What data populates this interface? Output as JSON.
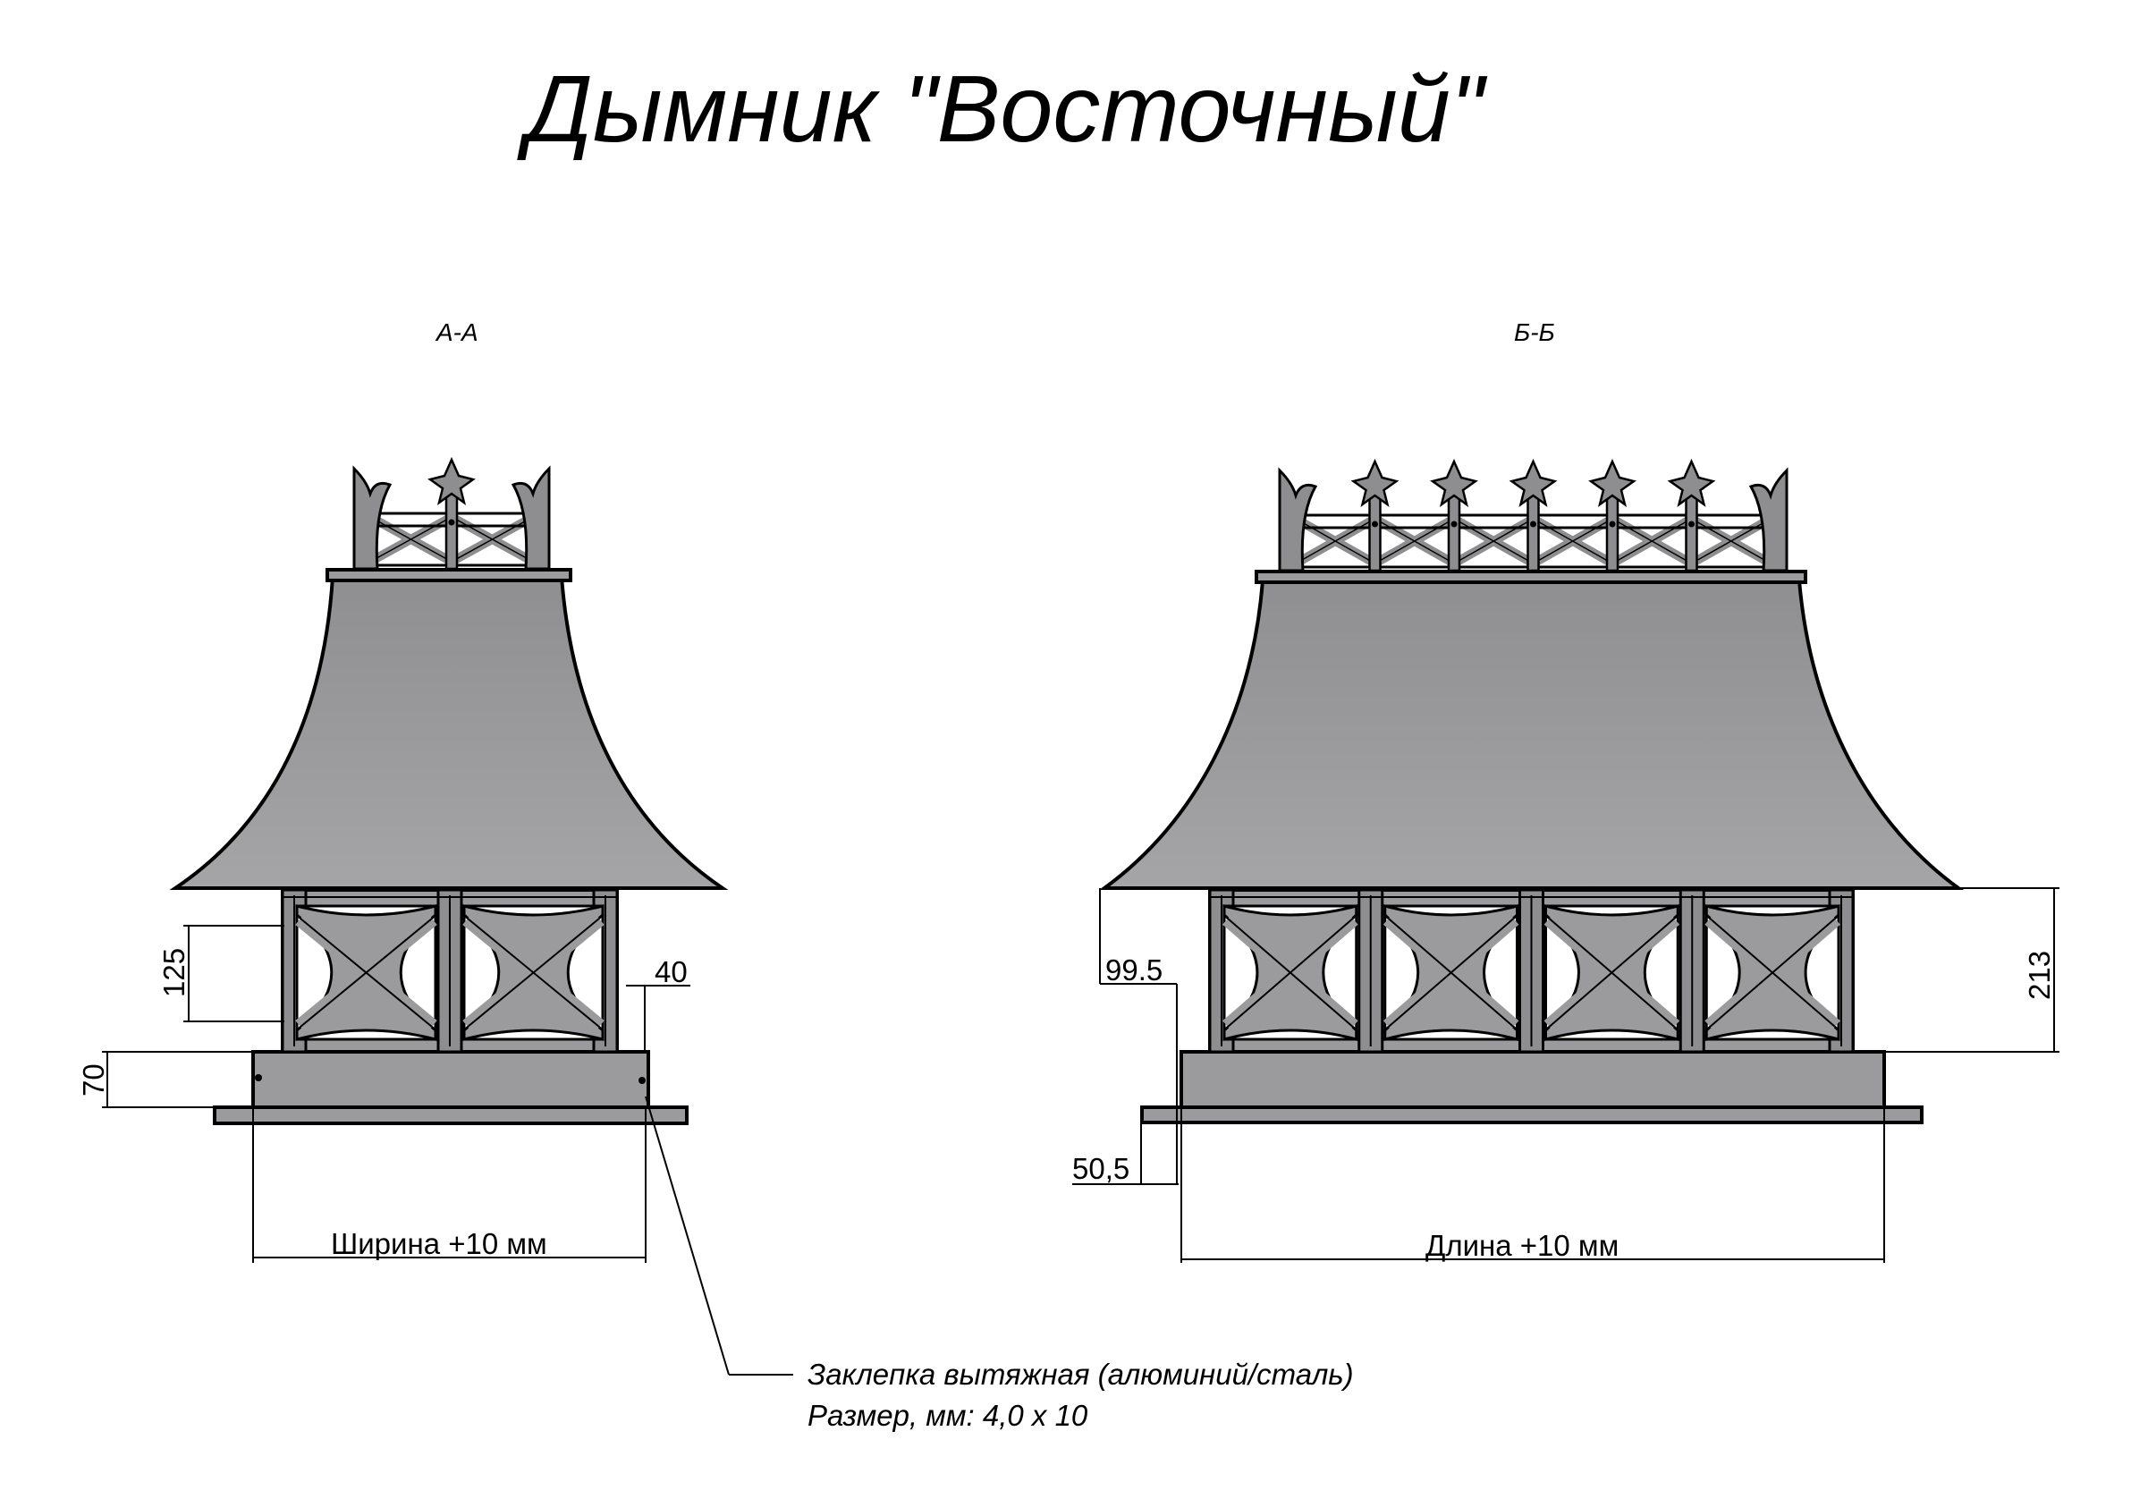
{
  "title": "Дымник \"Восточный\"",
  "views": {
    "a": {
      "label": "А-А"
    },
    "b": {
      "label": "Б-Б"
    }
  },
  "dimensions": {
    "a_window_height": "125",
    "a_offset": "40",
    "a_base_height": "70",
    "a_width": "Ширина +10 мм",
    "b_left_height": "99.5",
    "b_right_height": "213",
    "b_flange": "50,5",
    "b_length": "Длина +10 мм"
  },
  "note": {
    "line1": "Заклепка вытяжная (алюминий/сталь)",
    "line2": "Размер, мм: 4,0 х 10"
  },
  "colors": {
    "metal": "#9b9b9d",
    "metal_dark": "#7b7b7d",
    "line": "#000000",
    "background": "#ffffff"
  }
}
